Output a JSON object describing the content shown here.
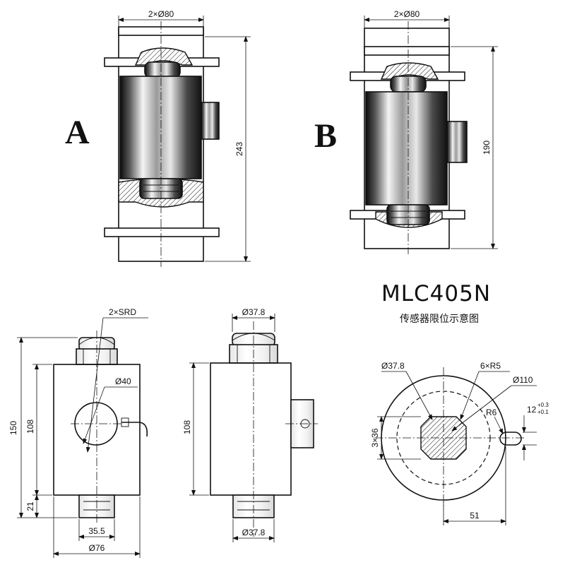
{
  "figure": {
    "model": "MLC405N",
    "caption": "传感器限位示意图"
  },
  "view_a": {
    "label": "A",
    "dim_top": "2×Ø80",
    "dim_height": "243"
  },
  "view_b": {
    "label": "B",
    "dim_top": "2×Ø80",
    "dim_height": "190"
  },
  "view_front": {
    "dim_srd": "2×SRD",
    "dim_hole": "Ø40",
    "dim_total": "150",
    "dim_body": "108",
    "dim_bottom": "21",
    "dim_neck": "35.5",
    "dim_body_dia": "Ø76"
  },
  "view_side": {
    "dim_top": "Ø37.8",
    "dim_body": "108",
    "dim_bottom": "Ø37.8"
  },
  "view_top": {
    "dim_inner": "Ø37.8",
    "dim_radius": "6×R5",
    "dim_outer": "Ø110",
    "dim_r6": "R6",
    "dim_slot": "12",
    "dim_slot_tol_upper": "+0.3",
    "dim_slot_tol_lower": "+0.1",
    "dim_flats": "3×36",
    "dim_offset": "51"
  }
}
